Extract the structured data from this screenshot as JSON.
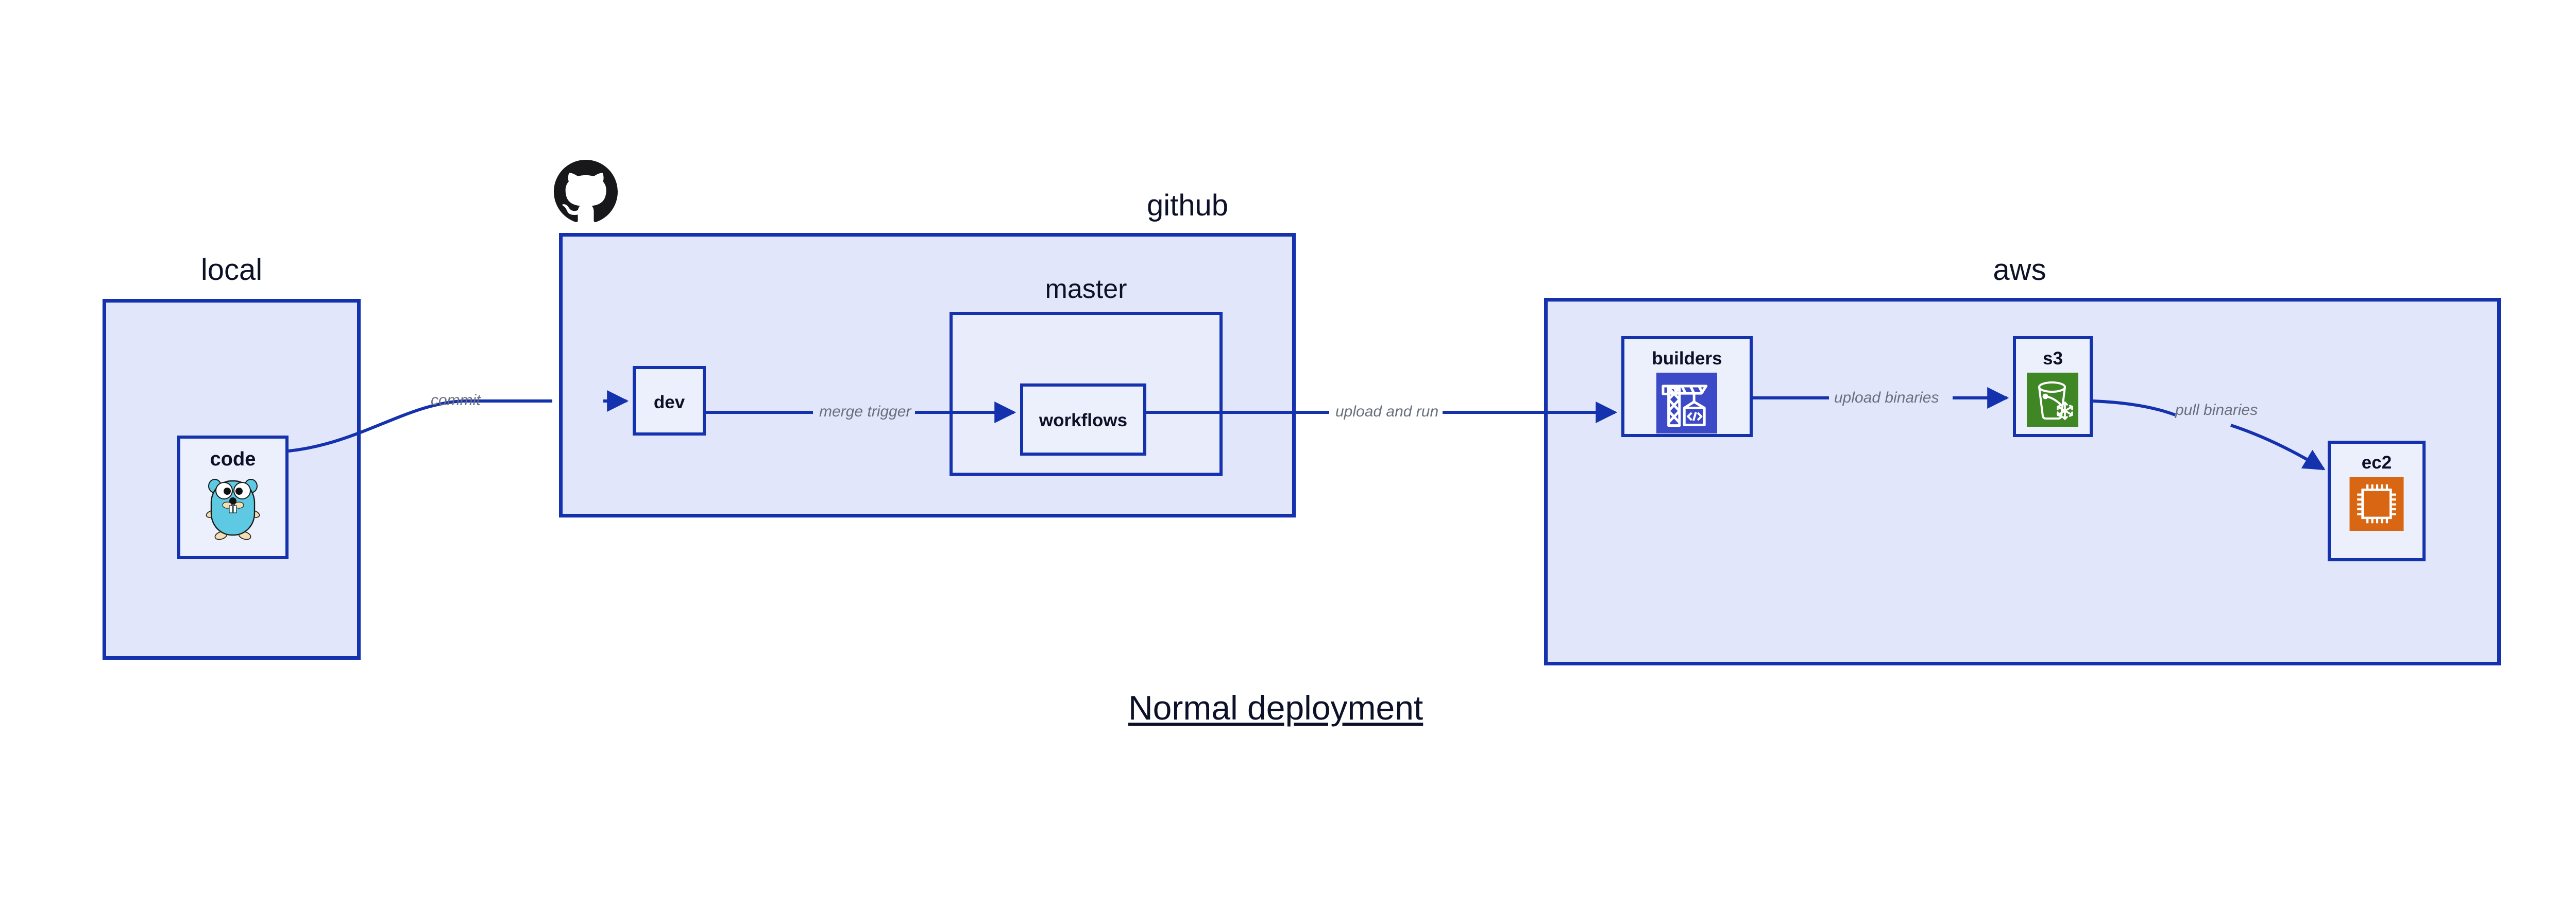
{
  "diagram": {
    "title": "Normal deployment",
    "background_color": "#ffffff",
    "border_color": "#1431ae",
    "group_fill": "#e1e6fa",
    "subgroup_fill": "#e9edfb",
    "node_fill": "#ecf0fc",
    "label_color": "#0d1127",
    "edge_label_color": "#6b6f7d"
  },
  "groups": [
    {
      "id": "local",
      "label": "local"
    },
    {
      "id": "github",
      "label": "github"
    },
    {
      "id": "aws",
      "label": "aws"
    }
  ],
  "subgroups": [
    {
      "id": "master",
      "label": "master",
      "parent": "github"
    }
  ],
  "nodes": [
    {
      "id": "code",
      "label": "code",
      "parent": "local",
      "icon": "go-gopher-icon",
      "icon_color": "#5dc9e2"
    },
    {
      "id": "dev",
      "label": "dev",
      "parent": "github",
      "icon": "none",
      "icon_color": ""
    },
    {
      "id": "workflows",
      "label": "workflows",
      "parent": "master",
      "icon": "none",
      "icon_color": ""
    },
    {
      "id": "builders",
      "label": "builders",
      "parent": "aws",
      "icon": "aws-codebuild-icon",
      "icon_color": "#3c4ac7"
    },
    {
      "id": "s3",
      "label": "s3",
      "parent": "aws",
      "icon": "aws-s3-glacier-icon",
      "icon_color": "#3f8624"
    },
    {
      "id": "ec2",
      "label": "ec2",
      "parent": "aws",
      "icon": "aws-ec2-icon",
      "icon_color": "#d86613"
    }
  ],
  "edges": [
    {
      "id": "commit",
      "from": "code",
      "to": "dev",
      "label": "commit"
    },
    {
      "id": "merge-trigger",
      "from": "dev",
      "to": "workflows",
      "label": "merge trigger"
    },
    {
      "id": "upload-and-run",
      "from": "workflows",
      "to": "builders",
      "label": "upload and run"
    },
    {
      "id": "upload-binaries",
      "from": "builders",
      "to": "s3",
      "label": "upload binaries"
    },
    {
      "id": "pull-binaries",
      "from": "s3",
      "to": "ec2",
      "label": "pull binaries"
    }
  ],
  "logos": [
    {
      "id": "github-logo",
      "icon": "github-octocat-icon",
      "color": "#18181b"
    }
  ]
}
